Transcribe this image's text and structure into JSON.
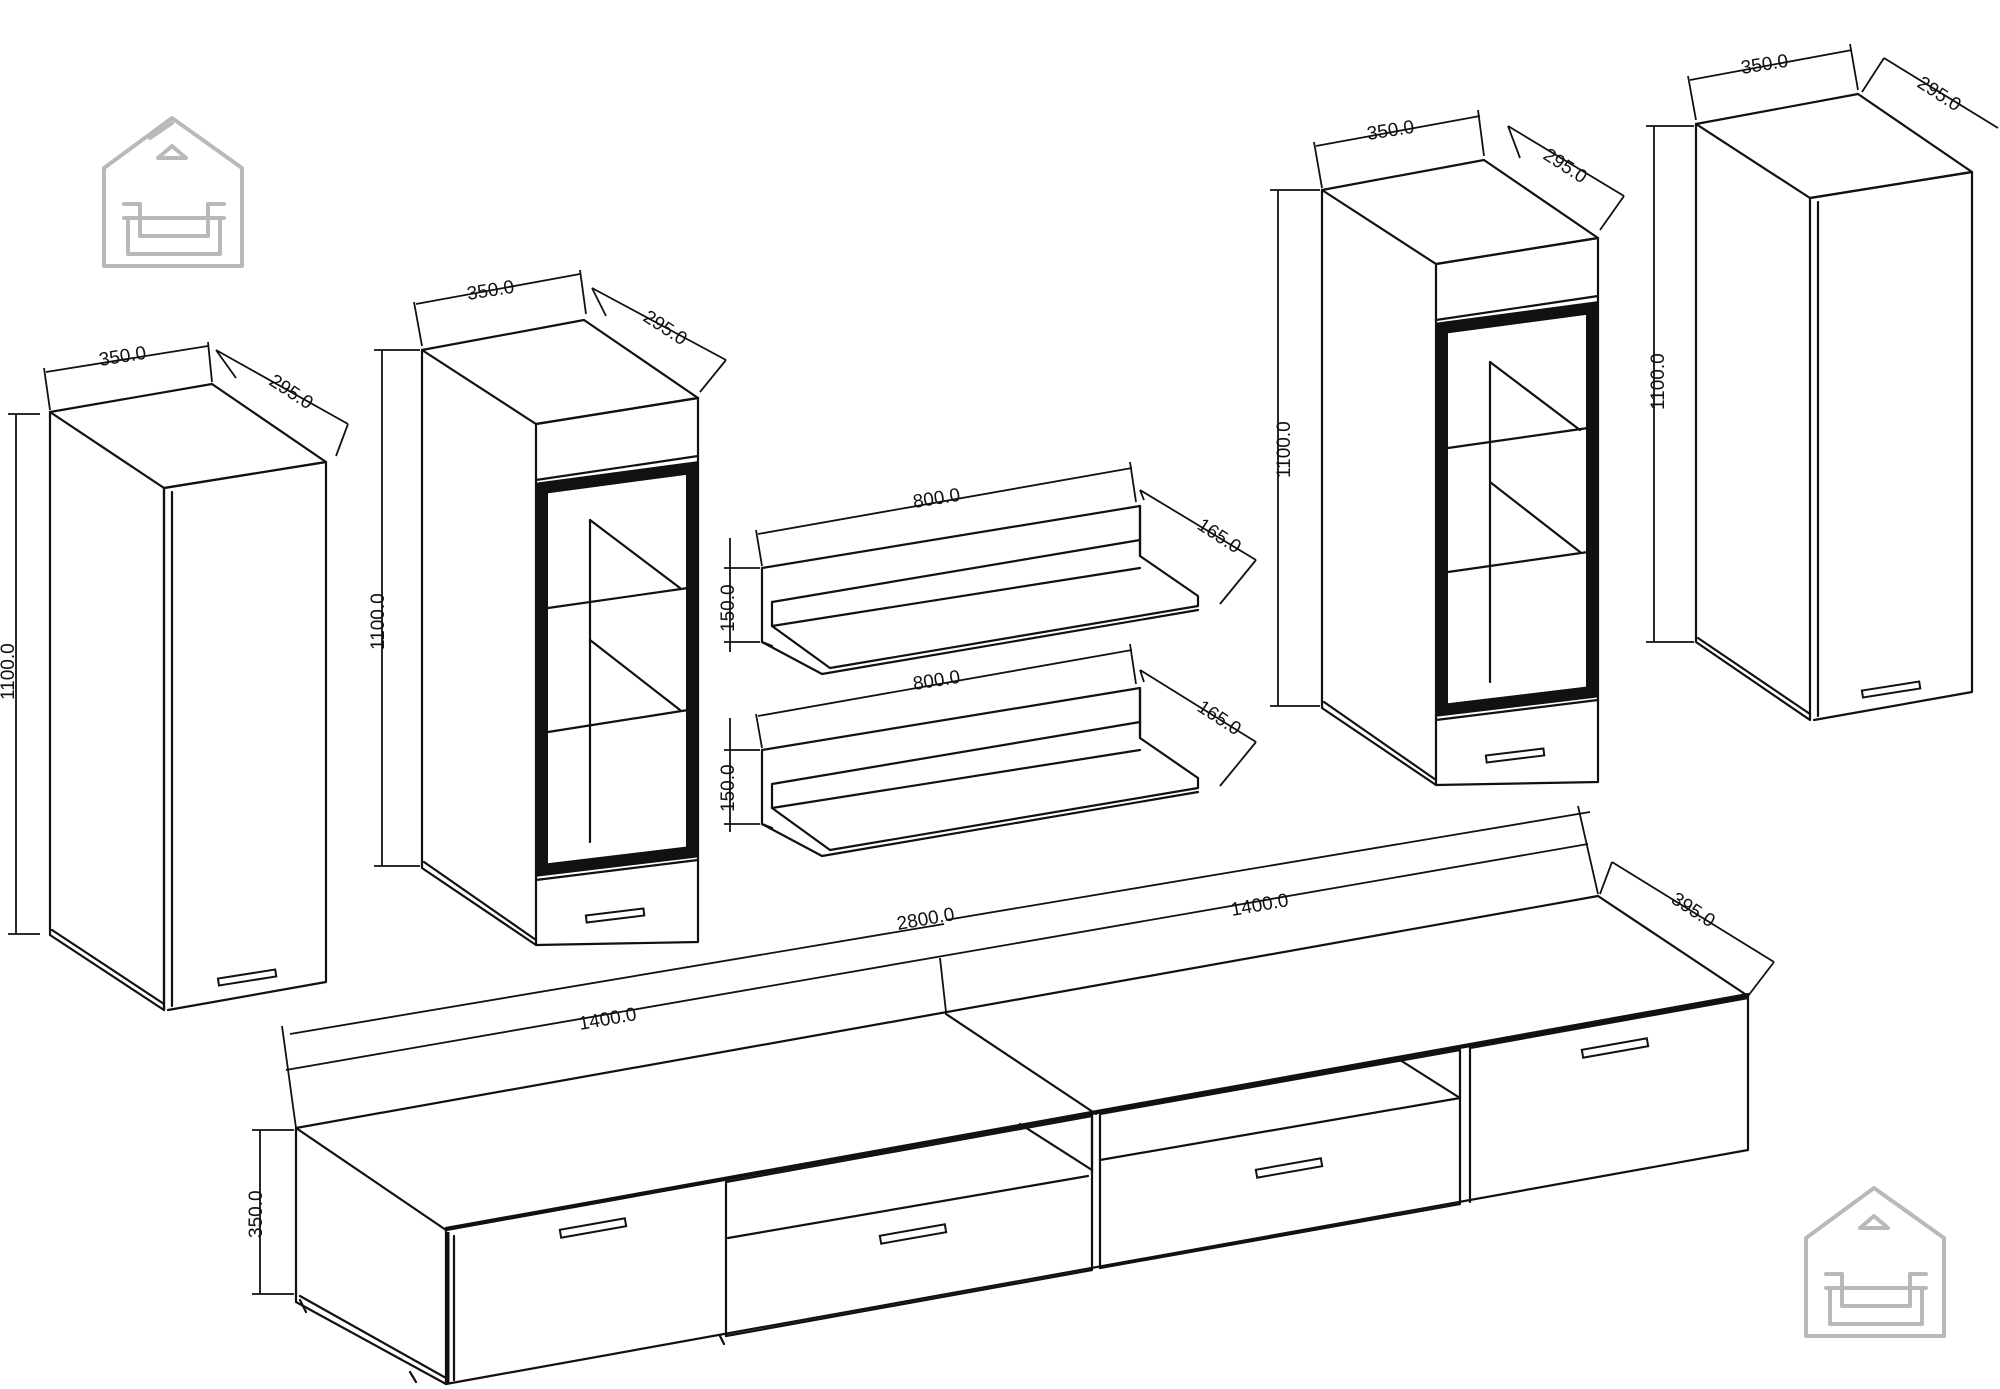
{
  "dimensions": {
    "cab1_width": "350.0",
    "cab1_depth": "295.0",
    "cab1_height": "1100.0",
    "cab2_width": "350.0",
    "cab2_depth": "295.0",
    "cab2_height": "1100.0",
    "shelf1_width": "800.0",
    "shelf1_depth": "165.0",
    "shelf1_height": "150.0",
    "shelf2_width": "800.0",
    "shelf2_depth": "165.0",
    "shelf2_height": "150.0",
    "cab3_width": "350.0",
    "cab3_depth": "295.0",
    "cab3_height": "1100.0",
    "cab4_width": "350.0",
    "cab4_depth": "295.0",
    "cab4_height": "1100.0",
    "tv_total_width": "2800.0",
    "tv_left_width": "1400.0",
    "tv_right_width": "1400.0",
    "tv_depth": "395.0",
    "tv_height": "350.0"
  },
  "colors": {
    "line": "#111111",
    "logo": "#b9b9b9",
    "background": "#ffffff"
  },
  "icons": {
    "watermark": "house-sofa-logo"
  }
}
